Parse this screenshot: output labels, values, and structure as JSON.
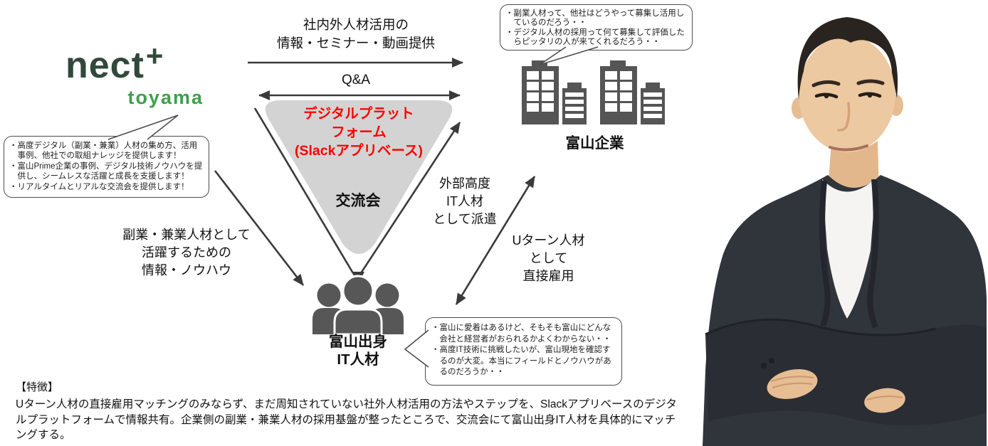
{
  "logo": {
    "name": "nect",
    "plus": "+",
    "sub": "toyama"
  },
  "top_flow": {
    "provide_line1": "社内外人材活用の",
    "provide_line2": "情報・セミナー・動画提供",
    "qa": "Q&A"
  },
  "platform": {
    "title_line1": "デジタルプラット",
    "title_line2": "フォーム",
    "title_line3": "(Slackアプリベース)",
    "meeting": "交流会"
  },
  "edges": {
    "sidework_line1": "副業・兼業人材として",
    "sidework_line2": "活躍するための",
    "sidework_line3": "情報・ノウハウ",
    "dispatch_line1": "外部高度",
    "dispatch_line2": "IT人材",
    "dispatch_line3": "として派遣",
    "uturn_line1": "Uターン人材",
    "uturn_line2": "として",
    "uturn_line3": "直接雇用"
  },
  "nodes": {
    "company_label": "富山企業",
    "company_icon": "buildings-icon",
    "talent_label_line1": "富山出身",
    "talent_label_line2": "IT人材",
    "talent_icon": "people-group-icon"
  },
  "bubbles": {
    "nect": [
      "・高度デジタル（副業・兼業）人材の集め方、活用事例、他社での取組ナレッジを提供します！",
      "・富山Prime企業の事例、デジタル技術ノウハウを提供し、シームレスな活躍と成長を支援します！",
      "・リアルタイムとリアルな交流会を提供します！"
    ],
    "company": [
      "・副業人材って、他社はどうやって募集し活用しているのだろう・・",
      "・デジタル人材の採用って何て募集して評価したらピッタリの人が来てくれるだろう・・"
    ],
    "talent": [
      "・富山に愛着はあるけど、そもそも富山にどんな会社と経営者がおられるかよくわからない・・",
      "・高度IT技術に挑戦したいが、富山現地を確認するのが大変。本当にフィールドとノウハウがあるのだろうか・・"
    ]
  },
  "features": {
    "heading": "【特徴】",
    "body": "Uターン人材の直接雇用マッチングのみならず、まだ周知されていない社外人材活用の方法やステップを、Slackアプリベースのデジタルプラットフォームで情報共有。企業側の副業・兼業人材の採用基盤が整ったところで、交流会にて富山出身IT人材を具体的にマッチングする。"
  },
  "colors": {
    "logo_primary": "#31493c",
    "logo_accent": "#3f9e4e",
    "platform_title": "#ff0000",
    "triangle_fill": "#d3d3d3",
    "line": "#3a3a3a",
    "icon_gray": "#555555"
  }
}
